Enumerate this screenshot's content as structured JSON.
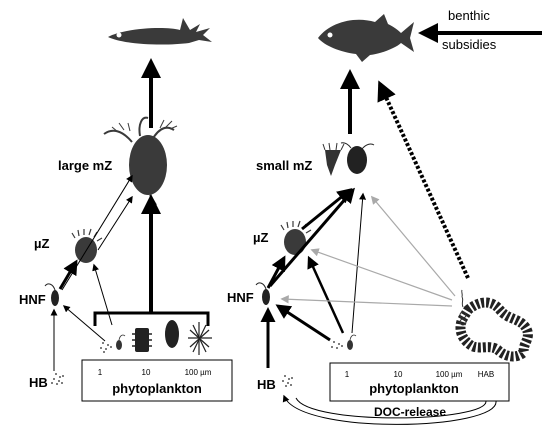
{
  "left_panel": {
    "labels": {
      "large_mz": "large mZ",
      "uz": "µZ",
      "hnf": "HNF",
      "hb": "HB"
    },
    "size_scale": {
      "ticks": [
        "1",
        "10",
        "100 µm"
      ],
      "title": "phytoplankton"
    }
  },
  "right_panel": {
    "labels": {
      "benthic": "benthic",
      "subsidies": "subsidies",
      "small_mz": "small mZ",
      "uz": "µZ",
      "hnf": "HNF",
      "hb": "HB"
    },
    "size_scale": {
      "ticks": [
        "1",
        "10",
        "100 µm",
        "HAB"
      ],
      "title": "phytoplankton"
    },
    "doc_release": "DOC-release"
  },
  "colors": {
    "organism": "#2e2e2e",
    "arrow": "#000000",
    "grey_arrow": "#a9a9a9"
  }
}
